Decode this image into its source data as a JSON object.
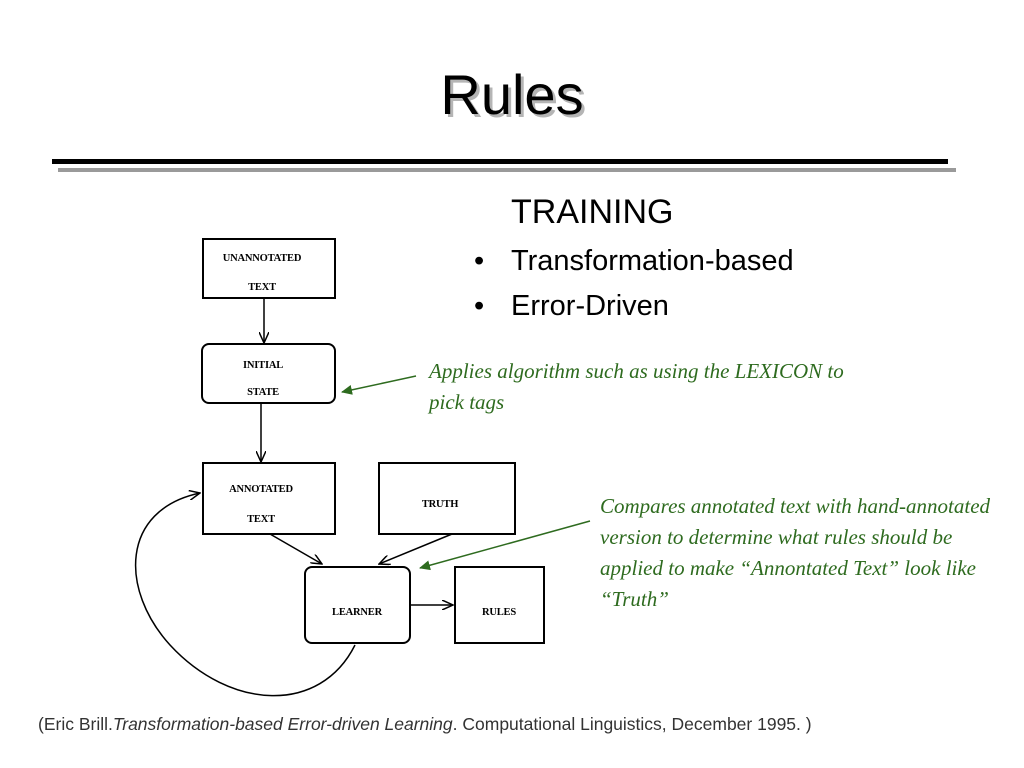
{
  "title": "Rules",
  "training": {
    "heading": "TRAINING",
    "bullets": [
      "Transformation-based",
      "Error-Driven"
    ]
  },
  "diagram": {
    "boxes": {
      "unannotated_line1": "UNANNOTATED",
      "unannotated_line2": "TEXT",
      "initial_line1": "INITIAL",
      "initial_line2": "STATE",
      "annotated_line1": "ANNOTATED",
      "annotated_line2": "TEXT",
      "truth": "TRUTH",
      "learner": "LEARNER",
      "rules": "RULES"
    }
  },
  "annotations": {
    "initial_state_note": "Applies algorithm such as using the LEXICON to pick tags",
    "learner_note": "Compares annotated text with hand-annotated version to determine what rules should be applied to make “Annontated Text” look like “Truth”"
  },
  "citation": {
    "prefix": "(Eric Brill.",
    "title": "Transformation-based Error-driven Learning",
    "suffix": ". Computational Linguistics, December 1995. )"
  },
  "colors": {
    "annotation_green": "#2e6b1f",
    "rule_black": "#000000",
    "rule_gray": "#9a9a9a"
  }
}
